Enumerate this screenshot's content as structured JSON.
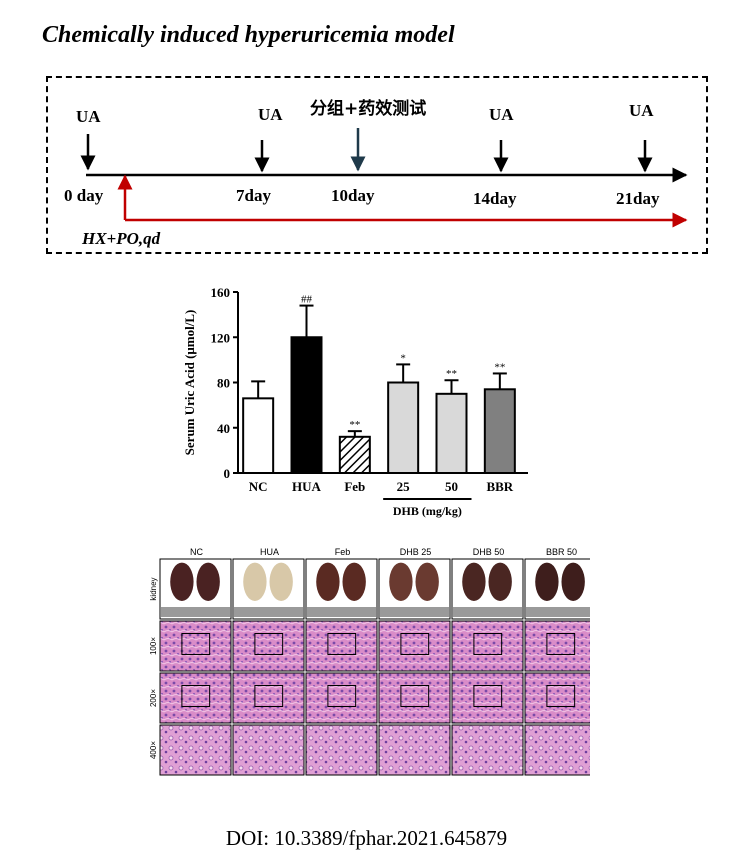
{
  "title": "Chemically induced hyperuricemia model",
  "timeline": {
    "ua_label": "UA",
    "group_label": "分组+药效测试",
    "days": [
      "0 day",
      "7day",
      "10day",
      "14day",
      "21day"
    ],
    "treatment_label": "HX+PO,qd",
    "colors": {
      "group_arrow": "#1f3a4a",
      "treatment_arrow": "#c00000"
    }
  },
  "chart_data": {
    "type": "bar",
    "ylabel": "Serum Uric Acid (μmol/L)",
    "ylim": [
      0,
      160
    ],
    "yticks": [
      "0",
      "40",
      "80",
      "120",
      "160"
    ],
    "categories": [
      "NC",
      "HUA",
      "Feb",
      "25",
      "50",
      "BBR"
    ],
    "values": [
      66,
      120,
      32,
      80,
      70,
      74
    ],
    "errors": [
      15,
      28,
      5,
      16,
      12,
      14
    ],
    "significance": [
      "",
      "##",
      "**",
      "*",
      "**",
      "**"
    ],
    "fills": [
      "#ffffff",
      "#000000",
      "hatch",
      "#d9d9d9",
      "#d9d9d9",
      "#808080"
    ],
    "group_label": "DHB (mg/kg)"
  },
  "histology": {
    "columns": [
      "NC",
      "HUA",
      "Feb",
      "DHB 25",
      "DHB 50",
      "BBR 50"
    ],
    "rows": [
      "kidney",
      "100×",
      "200×",
      "400×"
    ],
    "kidney_colors": [
      "#4a2222",
      "#d8c8a8",
      "#5a2a22",
      "#6a3a30",
      "#4a2622",
      "#3e1e1c"
    ]
  },
  "doi": "DOI: 10.3389/fphar.2021.645879"
}
